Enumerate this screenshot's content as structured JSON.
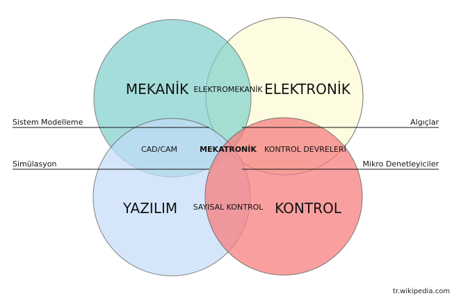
{
  "regions": {
    "mekanik": "MEKANİK",
    "elektronik": "ELEKTRONİK",
    "yazilim": "YAZILIM",
    "kontrol": "KONTROL"
  },
  "overlaps": {
    "elektromekanik": "ELEKTROMEKANİK",
    "cad_cam": "CAD/CAM",
    "mekatronik": "MEKATRONİK",
    "kontrol_devreleri": "KONTROL DEVRELERİ",
    "sayisal_kontrol": "SAYISAL KONTROL"
  },
  "side_labels": {
    "left_top": "Sistem Modelleme",
    "left_bottom": "Simülasyon",
    "right_top": "Algıçlar",
    "right_bottom": "Mikro Denetleyiciler"
  },
  "credit": "tr.wikipedia.com",
  "colors": {
    "mekanik": "#7fd0cc",
    "elektronik": "#fdfcd9",
    "yazilim": "#c4dcf8",
    "kontrol": "#f77f80"
  }
}
